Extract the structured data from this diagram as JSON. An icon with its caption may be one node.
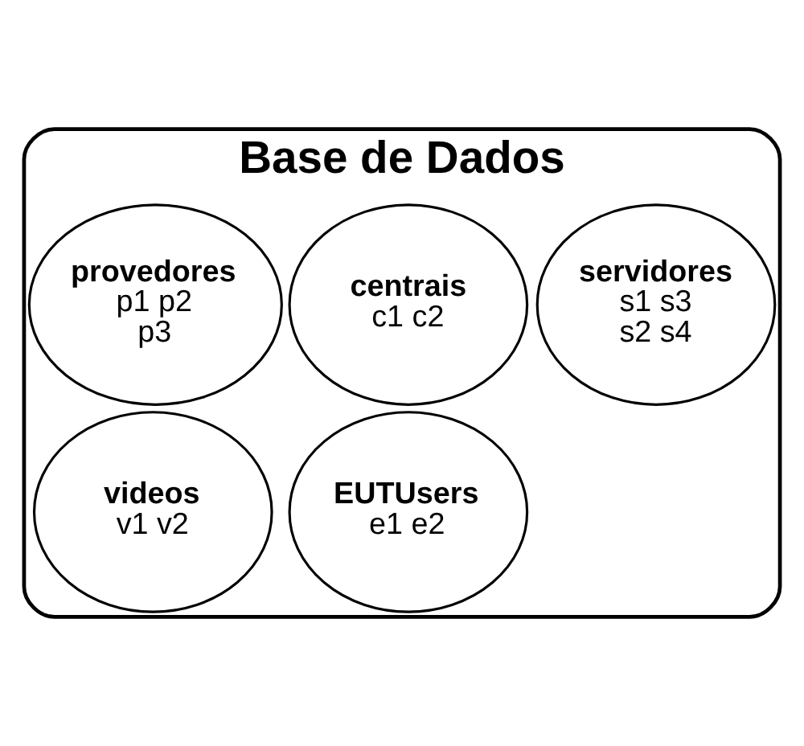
{
  "diagram": {
    "nodes": [
      {
        "text": [
          "Base de Dados"
        ]
      },
      {
        "text": [
          "provedores",
          "p1 p2",
          "p3"
        ],
        "in": 0
      },
      {
        "text": [
          "centrais",
          "c1 c2"
        ],
        "in": 0
      },
      {
        "text": [
          "servidores",
          "s1 s3",
          "s2 s4"
        ],
        "in": 0
      },
      {
        "text": [
          "videos",
          "v1 v2"
        ],
        "in": 0
      },
      {
        "text": [
          "EUTUsers",
          "e1 e2"
        ],
        "in": 0
      }
    ],
    "edges": []
  }
}
